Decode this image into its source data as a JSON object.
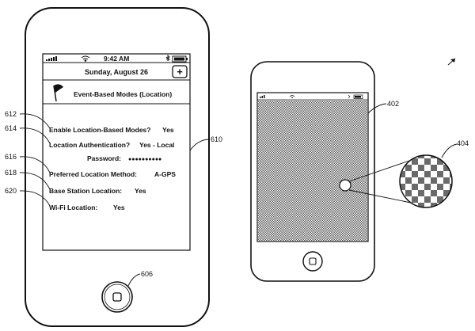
{
  "left_phone": {
    "status": {
      "time": "9:42 AM"
    },
    "date": "Sunday, August 26",
    "add_button": "+",
    "mode_title": "Event-Based Modes (Location)",
    "settings": [
      {
        "label": "Enable Location-Based Modes?",
        "value": "Yes"
      },
      {
        "label": "Location Authentication?",
        "value": "Yes - Local"
      },
      {
        "label": "Password:",
        "value": "●●●●●●●●●●"
      },
      {
        "label": "Preferred Location Method:",
        "value": "A-GPS"
      },
      {
        "label": "Base Station Location:",
        "value": "Yes"
      },
      {
        "label": "Wi-Fi Location:",
        "value": "Yes"
      }
    ]
  },
  "reference_numerals": {
    "r612": "612",
    "r614": "614",
    "r616": "616",
    "r618": "618",
    "r620": "620",
    "r610": "610",
    "r606": "606",
    "r402": "402",
    "r404": "404"
  }
}
